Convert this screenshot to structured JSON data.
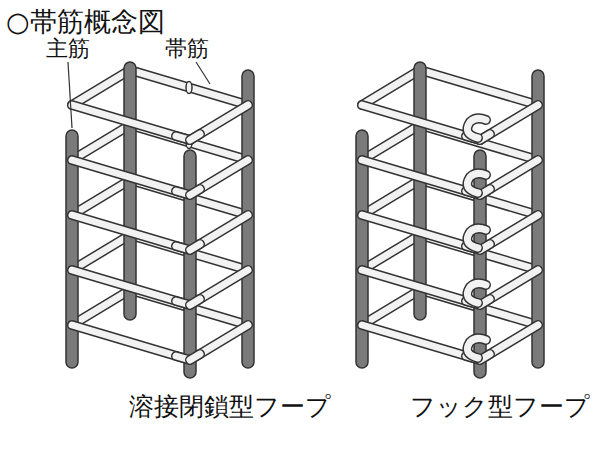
{
  "diagram": {
    "title": "○帯筋概念図",
    "labels": [
      "主筋",
      "帯筋",
      "溶接閉鎖型フープ",
      "フック型フープ"
    ]
  }
}
